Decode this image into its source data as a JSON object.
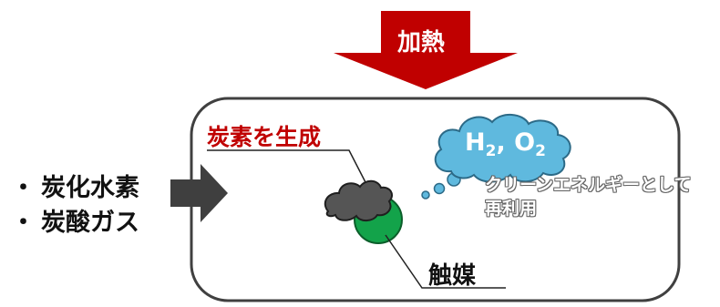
{
  "inputs": {
    "item1": "炭化水素",
    "item2": "炭酸ガス",
    "bullet": "・"
  },
  "heat": {
    "label": "加熱"
  },
  "carbon": {
    "label": "炭素を生成"
  },
  "gas": {
    "h": "H",
    "h_sub": "2",
    "sep": ", ",
    "o": "O",
    "o_sub": "2"
  },
  "reuse": {
    "line1": "クリーンエネルギーとして",
    "line2": "再利用"
  },
  "catalyst": {
    "label": "触媒"
  },
  "colors": {
    "heat_arrow": "#c00000",
    "input_arrow": "#3f3f3f",
    "reactor_border": "#404040",
    "carbon_text": "#c00000",
    "cloud_fill": "#5fb9de",
    "cloud_stroke": "#2c6a87",
    "catalyst_fill": "#13a34a",
    "carbon_fill": "#555555"
  }
}
